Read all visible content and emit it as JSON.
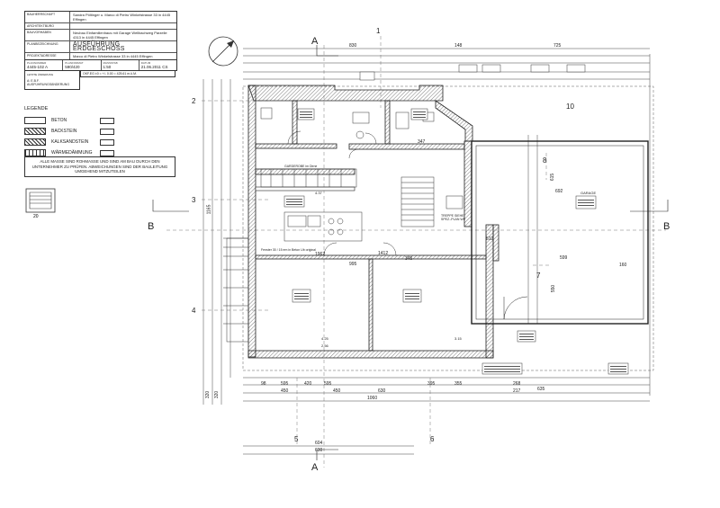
{
  "title_block": {
    "rows": [
      {
        "label": "BAUHERRSCHAFT",
        "value": "Sandra Pöltinger u. Marco di Pietro Winkelstrasse 33 in 4445 Effingen"
      },
      {
        "label": "ARCHITEKTBÜRO",
        "value": ""
      },
      {
        "label": "BAUVORHABEN",
        "value": "Neubau Einfamilienhaus mit Garage Wellbachweg Parzelle 4313 in 4445 Effingen"
      },
      {
        "label": "PLANBEZEICHNUNG",
        "value": "AUSFÜHRUNG ERDGESCHOSS"
      },
      {
        "label": "PROJEKTADRESSE",
        "value": "Marco di Pietro Winkelstrasse 33 in 4445 Effingen"
      }
    ],
    "meta": [
      {
        "label": "PLANNUMMER",
        "value": "4445-102 A"
      },
      {
        "label": "PLANFORMAT",
        "value": "590/420"
      },
      {
        "label": "MASSSTAB",
        "value": "1:50"
      },
      {
        "label": "DATUM",
        "value": "21.06.2011 CS"
      }
    ],
    "revision_label": "LETZTE ÄNDERUNG",
    "revision_value": "A: E.B.F. AUSFÜHRUNGSÄNDERUNG",
    "level_note": "OKF.EG ±0 = +/- 0.00 = 425.61 m.ü.M."
  },
  "legend": {
    "title": "LEGENDE",
    "items": [
      "BETON",
      "BACKSTEIN",
      "KALKSANDSTEIN",
      "WÄRMEDÄMMUNG"
    ]
  },
  "note": "ALLE MASSE SIND ROHMASSE UND SIND AM BAU DURCH DEN UNTERNEHMER ZU PRÜFEN. ABWEICHUNGEN SIND DER BAULEITUNG UMGEHEND MITZUTEILEN",
  "plan": {
    "section_marks": [
      "A",
      "A",
      "B",
      "B"
    ],
    "axis_labels": [
      "1",
      "2",
      "3",
      "4",
      "5",
      "6",
      "7",
      "8",
      "10"
    ],
    "top_dims": [
      "830",
      "148",
      "725"
    ],
    "bottom_dims": [
      "1060",
      "635",
      "630",
      "604"
    ],
    "left_dims": [
      "1165",
      "320",
      "320"
    ],
    "right_dims": [
      "615",
      "550"
    ],
    "inner_dims": [
      "347",
      "1962",
      "1412",
      "995",
      "692",
      "599",
      "512",
      "345",
      "595",
      "395",
      "595",
      "355",
      "630",
      "450",
      "450",
      "420",
      "98",
      "268",
      "217",
      "160"
    ],
    "labels": [
      "GARDEROBE im Dirne",
      "Fenster 30 / 15 em in Beton Ub original",
      "TREPPE SIEHE SPEZ.-PLAN WF",
      "GARAGE",
      "4.37",
      "4.25",
      "2.56",
      "3.15"
    ]
  }
}
